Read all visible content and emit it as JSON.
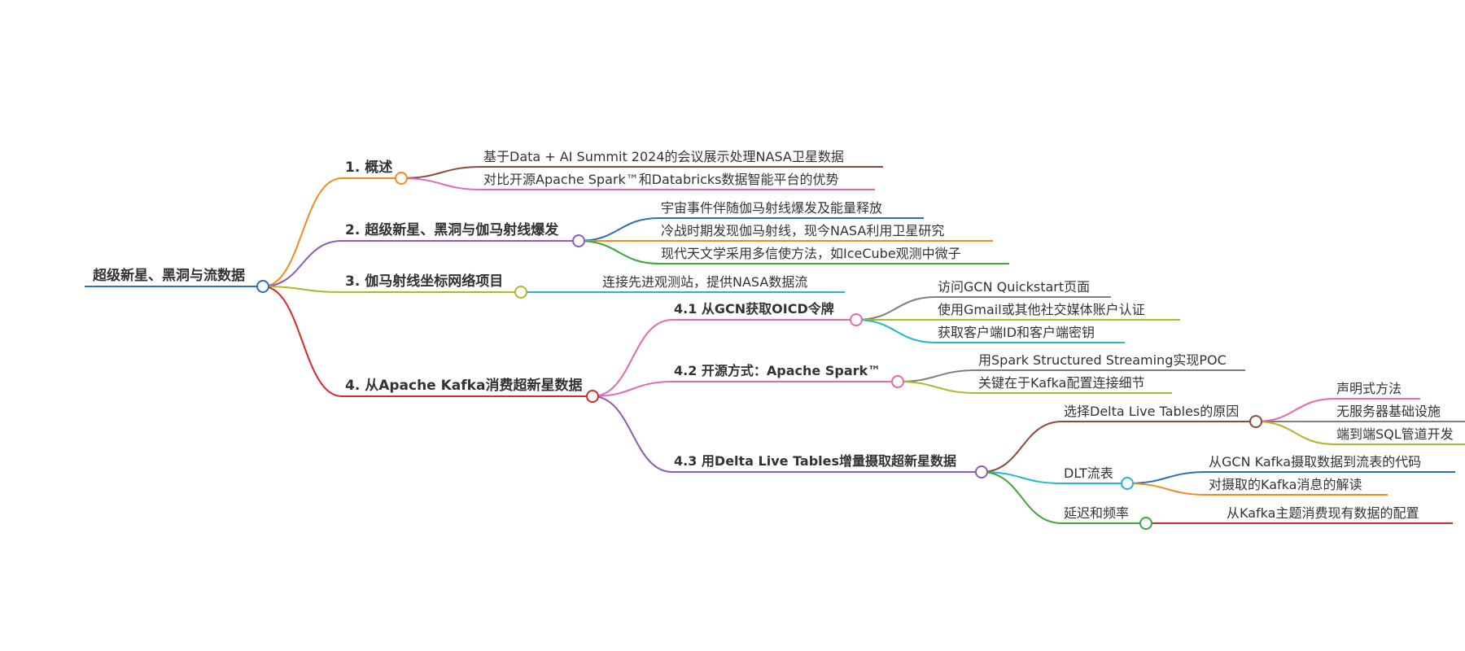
{
  "root": {
    "label": "超级新星、黑洞与流数据",
    "color": "#2f6db5",
    "children": [
      {
        "label": "1. 概述",
        "color": "#f08c1e",
        "children": [
          {
            "label": "基于Data + AI Summit 2024的会议展示处理NASA卫星数据",
            "color": "#8b4a3c"
          },
          {
            "label": "对比开源Apache Spark™和Databricks数据智能平台的优势",
            "color": "#e06ab3"
          }
        ]
      },
      {
        "label": "2. 超级新星、黑洞与伽马射线爆发",
        "color": "#8e5bb5",
        "children": [
          {
            "label": "宇宙事件伴随伽马射线爆发及能量释放",
            "color": "#2f6db5"
          },
          {
            "label": "冷战时期发现伽马射线，现今NASA利用卫星研究",
            "color": "#f08c1e"
          },
          {
            "label": "现代天文学采用多信使方法，如IceCube观测中微子",
            "color": "#3aa83a"
          }
        ]
      },
      {
        "label": "3. 伽马射线坐标网络项目",
        "color": "#b5b52a",
        "children": [
          {
            "label": "连接先进观测站，提供NASA数据流",
            "color": "#24b8c8"
          }
        ]
      },
      {
        "label": "4. 从Apache Kafka消费超新星数据",
        "color": "#d42a2a",
        "children": [
          {
            "label": "4.1 从GCN获取OICD令牌",
            "color": "#e06ab3",
            "children": [
              {
                "label": "访问GCN Quickstart页面",
                "color": "#7f7f7f"
              },
              {
                "label": "使用Gmail或其他社交媒体账户认证",
                "color": "#b5b52a"
              },
              {
                "label": "获取客户端ID和客户端密钥",
                "color": "#24b8c8"
              }
            ]
          },
          {
            "label": "4.2 开源方式：Apache Spark™",
            "color": "#e06ab3",
            "children": [
              {
                "label": "用Spark Structured Streaming实现POC",
                "color": "#7f7f7f"
              },
              {
                "label": "关键在于Kafka配置连接细节",
                "color": "#b5b52a"
              }
            ]
          },
          {
            "label": "4.3 用Delta Live Tables增量摄取超新星数据",
            "color": "#8e5bb5",
            "children": [
              {
                "label": "选择Delta Live Tables的原因",
                "color": "#8b4a3c",
                "children": [
                  {
                    "label": "声明式方法",
                    "color": "#e06ab3"
                  },
                  {
                    "label": "无服务器基础设施",
                    "color": "#7f7f7f"
                  },
                  {
                    "label": "端到端SQL管道开发",
                    "color": "#b5b52a"
                  }
                ]
              },
              {
                "label": "DLT流表",
                "color": "#24b8c8",
                "children": [
                  {
                    "label": "从GCN Kafka摄取数据到流表的代码",
                    "color": "#2f6db5"
                  },
                  {
                    "label": "对摄取的Kafka消息的解读",
                    "color": "#f08c1e"
                  }
                ]
              },
              {
                "label": "延迟和频率",
                "color": "#3aa83a",
                "children": [
                  {
                    "label": "从Kafka主题消费现有数据的配置",
                    "color": "#d42a2a"
                  }
                ]
              }
            ]
          }
        ]
      }
    ]
  }
}
